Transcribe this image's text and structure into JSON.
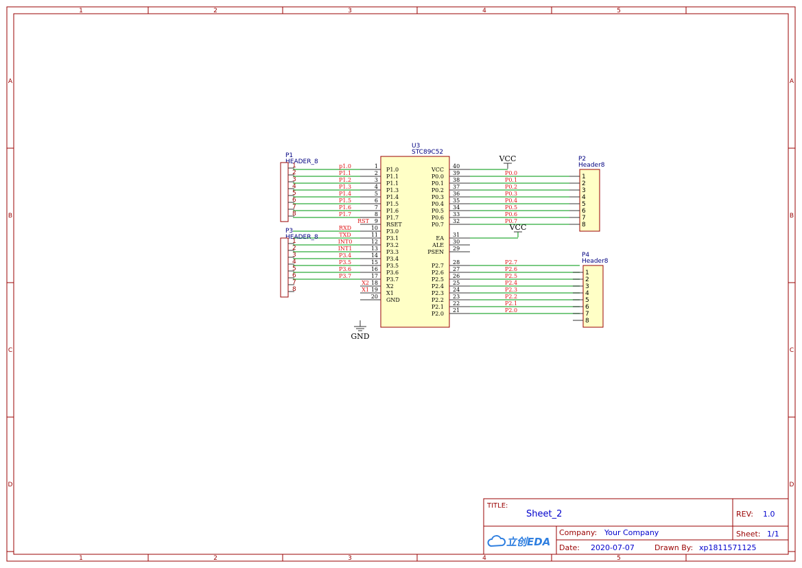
{
  "frame": {
    "col_labels": [
      "1",
      "2",
      "3",
      "4",
      "5"
    ],
    "row_labels": [
      "A",
      "B",
      "C",
      "D"
    ]
  },
  "colors": {
    "frame": "#990000",
    "wire": "#4fb85a",
    "net_label": "#dd1111",
    "designator": "#000080",
    "pin": "#333333",
    "chip_fill": "#ffffc6",
    "chip_border": "#990000",
    "power_label": "#000000",
    "title_value": "#0000cc"
  },
  "u3": {
    "designator": "U3",
    "value": "STC89C52",
    "left_pins": [
      {
        "num": "1",
        "name": "P1.0",
        "net": "p1.0",
        "wire": true
      },
      {
        "num": "2",
        "name": "P1.1",
        "net": "P1.1",
        "wire": true
      },
      {
        "num": "3",
        "name": "P1.1",
        "net": "P1.2",
        "wire": true
      },
      {
        "num": "4",
        "name": "P1.3",
        "net": "P1.3",
        "wire": true
      },
      {
        "num": "5",
        "name": "P1.4",
        "net": "P1.4",
        "wire": true
      },
      {
        "num": "6",
        "name": "P1.5",
        "net": "P1.5",
        "wire": true
      },
      {
        "num": "7",
        "name": "P1.6",
        "net": "P1.6",
        "wire": true
      },
      {
        "num": "8",
        "name": "P1.7",
        "net": "P1.7",
        "wire": true
      },
      {
        "num": "9",
        "name": "RSET",
        "net": "RST",
        "wire": false
      },
      {
        "num": "10",
        "name": "P3.0",
        "net": "RXD",
        "wire": true
      },
      {
        "num": "11",
        "name": "P3.1",
        "net": "TXD",
        "wire": true
      },
      {
        "num": "12",
        "name": "P3.2",
        "net": "INT0",
        "wire": true
      },
      {
        "num": "13",
        "name": "P3.3",
        "net": "INT1",
        "wire": true
      },
      {
        "num": "14",
        "name": "P3.4",
        "net": "P3.4",
        "wire": true
      },
      {
        "num": "15",
        "name": "P3.5",
        "net": "P3.5",
        "wire": true
      },
      {
        "num": "16",
        "name": "P3.6",
        "net": "P3.6",
        "wire": true
      },
      {
        "num": "17",
        "name": "P3.7",
        "net": "P3.7",
        "wire": true
      },
      {
        "num": "18",
        "name": "X2",
        "net": "X2",
        "wire": false
      },
      {
        "num": "19",
        "name": "X1",
        "net": "X1",
        "wire": false
      },
      {
        "num": "20",
        "name": "GND",
        "net": "",
        "wire": false
      }
    ],
    "right_pins": [
      {
        "num": "40",
        "name": "VCC",
        "net": "",
        "wire": true
      },
      {
        "num": "39",
        "name": "P0.0",
        "net": "P0.0",
        "wire": true
      },
      {
        "num": "38",
        "name": "P0.1",
        "net": "P0.1",
        "wire": true
      },
      {
        "num": "37",
        "name": "P0.2",
        "net": "P0.2",
        "wire": true
      },
      {
        "num": "36",
        "name": "P0.3",
        "net": "P0.3",
        "wire": true
      },
      {
        "num": "35",
        "name": "P0.4",
        "net": "P0.4",
        "wire": true
      },
      {
        "num": "34",
        "name": "P0.5",
        "net": "P0.5",
        "wire": true
      },
      {
        "num": "33",
        "name": "P0.6",
        "net": "P0.6",
        "wire": true
      },
      {
        "num": "32",
        "name": "P0.7",
        "net": "P0.7",
        "wire": true
      },
      {
        "num": "",
        "name": "",
        "net": "",
        "wire": false
      },
      {
        "num": "31",
        "name": "EA",
        "net": "",
        "wire": true
      },
      {
        "num": "30",
        "name": "ALE",
        "net": "",
        "wire": false
      },
      {
        "num": "29",
        "name": "PSEN",
        "net": "",
        "wire": false
      },
      {
        "num": "",
        "name": "",
        "net": "",
        "wire": false
      },
      {
        "num": "28",
        "name": "P2.7",
        "net": "P2.7",
        "wire": true
      },
      {
        "num": "27",
        "name": "P2.6",
        "net": "P2.6",
        "wire": true
      },
      {
        "num": "26",
        "name": "P2.5",
        "net": "P2.5",
        "wire": true
      },
      {
        "num": "25",
        "name": "P2.4",
        "net": "P2.4",
        "wire": true
      },
      {
        "num": "24",
        "name": "P2.3",
        "net": "P2.3",
        "wire": true
      },
      {
        "num": "23",
        "name": "P2.2",
        "net": "P2.2",
        "wire": true
      },
      {
        "num": "22",
        "name": "P2.1",
        "net": "P2.1",
        "wire": true
      },
      {
        "num": "21",
        "name": "P2.0",
        "net": "P2.0",
        "wire": true
      }
    ]
  },
  "headers": [
    {
      "id": "p1",
      "designator": "P1",
      "value": "HEADER_8",
      "side": "left",
      "pins": [
        "1",
        "2",
        "3",
        "4",
        "5",
        "6",
        "7",
        "8"
      ]
    },
    {
      "id": "p3",
      "designator": "P3",
      "value": "HEADER_8",
      "side": "left",
      "pins": [
        "1",
        "2",
        "3",
        "4",
        "5",
        "6",
        "7",
        "8"
      ]
    },
    {
      "id": "p2",
      "designator": "P2",
      "value": "Header8",
      "side": "right",
      "pins": [
        "1",
        "2",
        "3",
        "4",
        "5",
        "6",
        "7",
        "8"
      ]
    },
    {
      "id": "p4",
      "designator": "P4",
      "value": "Header8",
      "side": "right",
      "pins": [
        "1",
        "2",
        "3",
        "4",
        "5",
        "6",
        "7",
        "8"
      ]
    }
  ],
  "power": {
    "vcc_top": "VCC",
    "vcc_ea": "VCC",
    "gnd": "GND"
  },
  "title_block": {
    "title_label": "TITLE:",
    "title_value": "Sheet_2",
    "rev_label": "REV:",
    "rev_value": "1.0",
    "company_label": "Company:",
    "company_value": "Your Company",
    "sheet_label": "Sheet:",
    "sheet_value": "1/1",
    "date_label": "Date:",
    "date_value": "2020-07-07",
    "drawn_label": "Drawn By:",
    "drawn_value": "xp1811571125",
    "logo_text": "立创EDA"
  }
}
